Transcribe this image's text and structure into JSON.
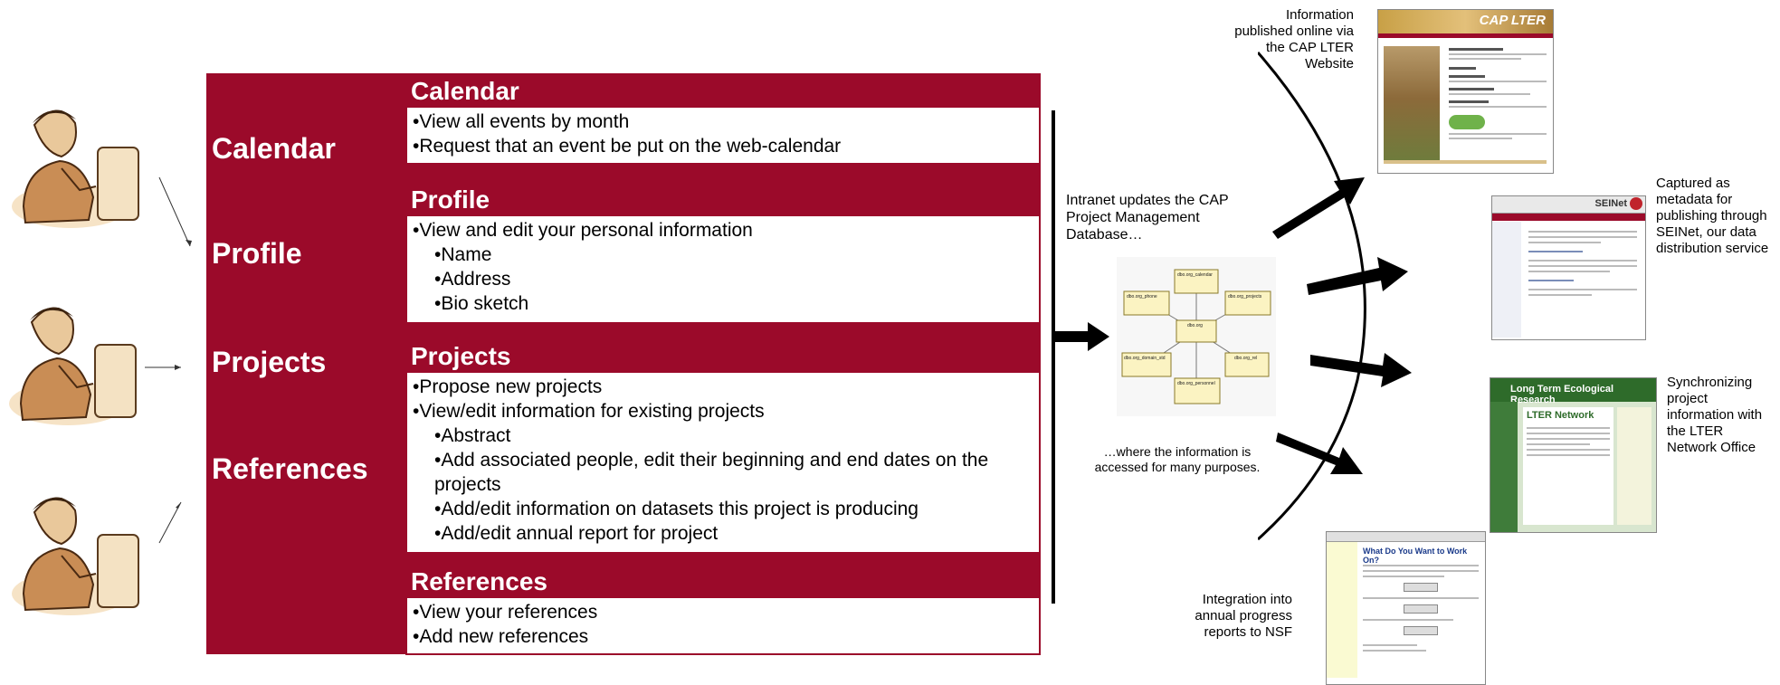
{
  "categories": [
    "Calendar",
    "Profile",
    "Projects",
    "References"
  ],
  "sections": {
    "calendar": {
      "title": "Calendar",
      "items": [
        "•View all events by month",
        "•Request that an event be put on the web-calendar"
      ]
    },
    "profile": {
      "title": "Profile",
      "items": [
        "•View and edit your personal information"
      ],
      "sub_items": [
        "•Name",
        "•Address",
        "•Bio sketch"
      ]
    },
    "projects": {
      "title": "Projects",
      "items": [
        "•Propose new projects",
        "•View/edit information for existing projects"
      ],
      "sub_items": [
        "•Abstract",
        "•Add associated people, edit their beginning and end dates on the projects",
        "•Add/edit information on datasets this project is producing",
        "•Add/edit annual report for project"
      ]
    },
    "references": {
      "title": "References",
      "items": [
        "•View your references",
        "•Add new references"
      ]
    }
  },
  "center": {
    "intranet_caption": "Intranet updates the CAP Project Management Database…",
    "access_caption": "…where the information is accessed for many purposes.",
    "db_tables": [
      "dbo.org_calendar",
      "dbo.org_phone",
      "dbo.org_projects",
      "dbo.org",
      "dbo.org_domain_std",
      "dbo.org_rel",
      "dbo.org_personnel"
    ]
  },
  "outputs": {
    "website": "Information published online via the CAP LTER Website",
    "seinet": "Captured as metadata for publishing through SEINet, our data distribution service",
    "lter": "Synchronizing project information with the LTER Network Office",
    "nsf": "Integration into annual progress reports to NSF"
  },
  "thumbnails": {
    "cap_banner": "CAP LTER",
    "seinet_logo": "SEINet",
    "lter_title": "Long Term Ecological Research",
    "lter_network": "LTER Network",
    "nsf_title": "What Do You Want to Work On?"
  },
  "colors": {
    "brand_red": "#9b0a2a",
    "lter_green": "#2e6b2a"
  }
}
